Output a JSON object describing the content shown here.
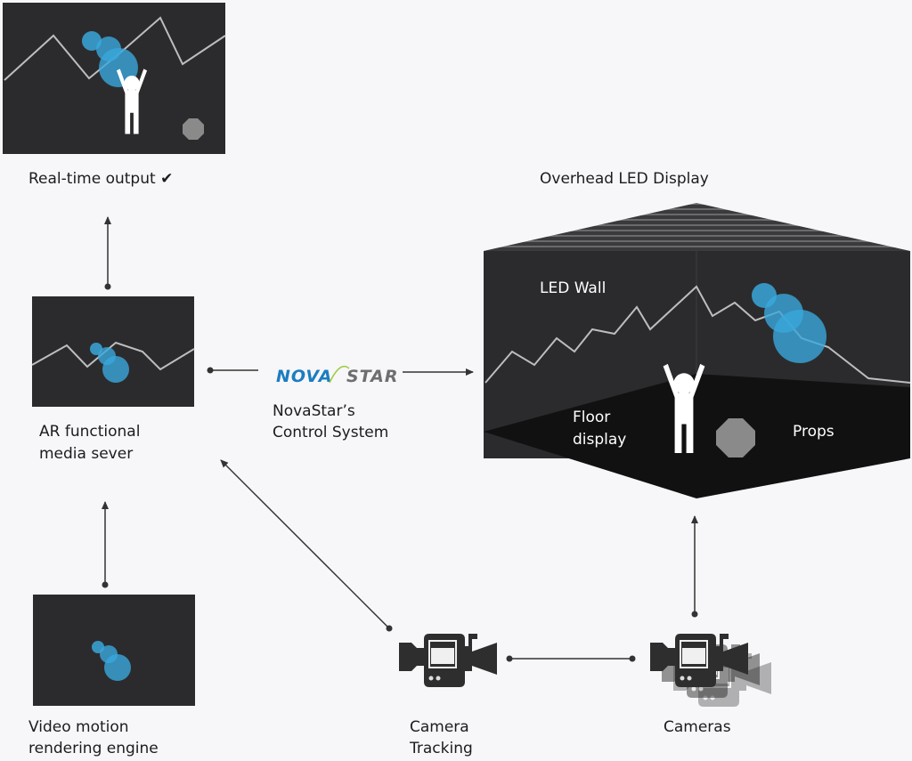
{
  "labels": {
    "realtime_output": "Real-time output ✔",
    "ar_server_line1": "AR functional",
    "ar_server_line2": "media sever",
    "video_engine_line1": "Video motion",
    "video_engine_line2": "rendering engine",
    "novastar_logo": "NOVASTAR",
    "control_line1": "NovaStar’s",
    "control_line2": "Control System",
    "camera_tracking_line1": "Camera",
    "camera_tracking_line2": "Tracking",
    "cameras": "Cameras",
    "overhead": "Overhead LED Display",
    "led_wall": "LED Wall",
    "floor_line1": "Floor",
    "floor_line2": "display",
    "props": "Props"
  },
  "colors": {
    "background": "#f7f6f9",
    "screen": "#2b2b2d",
    "accent_blue": "#3aa7dc",
    "logo_blue": "#1b7dc0",
    "logo_gray": "#6d6e70",
    "line": "#333333"
  }
}
